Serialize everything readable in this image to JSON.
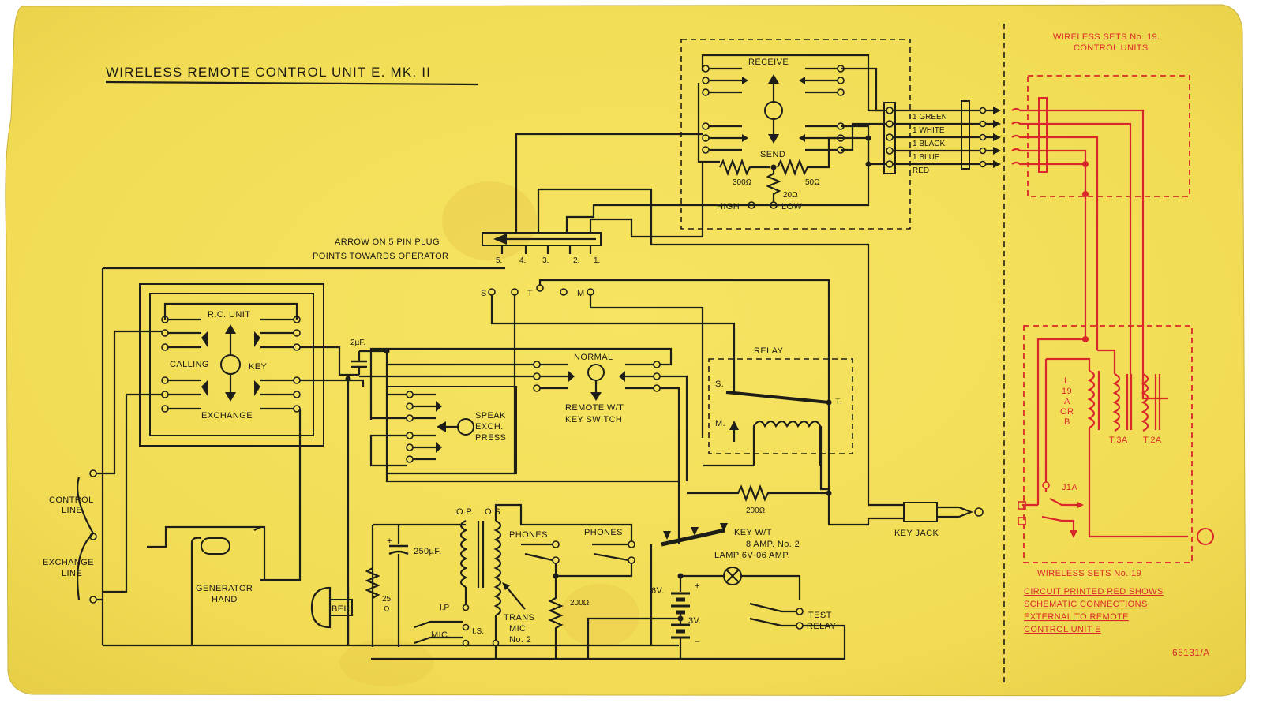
{
  "title": "WIRELESS REMOTE CONTROL UNIT E. MK. II",
  "drawing_number": "65131/A",
  "plug": {
    "note_line1": "ARROW ON 5 PIN PLUG",
    "note_line2": "POINTS TOWARDS OPERATOR",
    "pins": [
      "5.",
      "4.",
      "3.",
      "2.",
      "1."
    ]
  },
  "receive_send_switch": {
    "receive": "RECEIVE",
    "send": "SEND",
    "r1": "300Ω",
    "r2": "50Ω",
    "r3": "20Ω",
    "high": "HIGH",
    "low": "LOW"
  },
  "line_wires": [
    "1 GREEN",
    "1 WHITE",
    "1 BLACK",
    "1 BLUE",
    "RED"
  ],
  "rc_key": {
    "rc_unit": "R.C. UNIT",
    "calling": "CALLING",
    "key": "KEY",
    "exchange": "EXCHANGE"
  },
  "capacitor_2": "2µF.",
  "switch_sm": {
    "s": "S",
    "t": "T",
    "m": "M"
  },
  "remote_switch": {
    "normal": "NORMAL",
    "line1": "REMOTE W/T",
    "line2": "KEY SWITCH"
  },
  "speak": {
    "line1": "SPEAK",
    "line2": "EXCH.",
    "line3": "PRESS"
  },
  "relay": {
    "title": "RELAY",
    "s": "S.",
    "m": "M.",
    "t": "T."
  },
  "r200_a": "200Ω",
  "key_jack": "KEY JACK",
  "key_wt": {
    "line1": "KEY W/T",
    "line2": "8 AMP. No. 2",
    "line3": "LAMP 6V·06 AMP."
  },
  "control_line": {
    "line1": "CONTROL",
    "line2": "LINE"
  },
  "exchange_line": {
    "line1": "EXCHANGE",
    "line2": "LINE"
  },
  "generator": {
    "line1": "GENERATOR",
    "line2": "HAND"
  },
  "bell": "BELL",
  "r25": {
    "value": "25",
    "unit": "Ω"
  },
  "capacitor_250": "250µF.",
  "transformer": {
    "op": "O.P.",
    "os": "O.S",
    "ip": "I.P",
    "is": "I.S.",
    "line1": "TRANS",
    "line2": "MIC",
    "line3": "No. 2"
  },
  "mic": "MIC.",
  "phones_1": "PHONES",
  "phones_2": "PHONES",
  "r200_b": "200Ω",
  "battery": {
    "v6": "6V.",
    "v3": "3V.",
    "plus": "+",
    "minus": "–"
  },
  "test_relay": {
    "line1": "TEST",
    "line2": "RELAY"
  },
  "red_section": {
    "header_line1": "WIRELESS SETS No. 19.",
    "header_line2": "CONTROL UNITS",
    "l19": [
      "L",
      "19",
      "A",
      "OR",
      "B"
    ],
    "t3a": "T.3A",
    "t2a": "T.2A",
    "j1a": "J1A",
    "footer": "WIRELESS SETS No. 19",
    "note": [
      "CIRCUIT PRINTED RED SHOWS",
      "SCHEMATIC CONNECTIONS",
      "EXTERNAL TO REMOTE",
      "CONTROL UNIT E"
    ]
  },
  "colors": {
    "paper": "#f4e05a",
    "ink": "#1e1e18",
    "red_ink": "#d9282c"
  }
}
